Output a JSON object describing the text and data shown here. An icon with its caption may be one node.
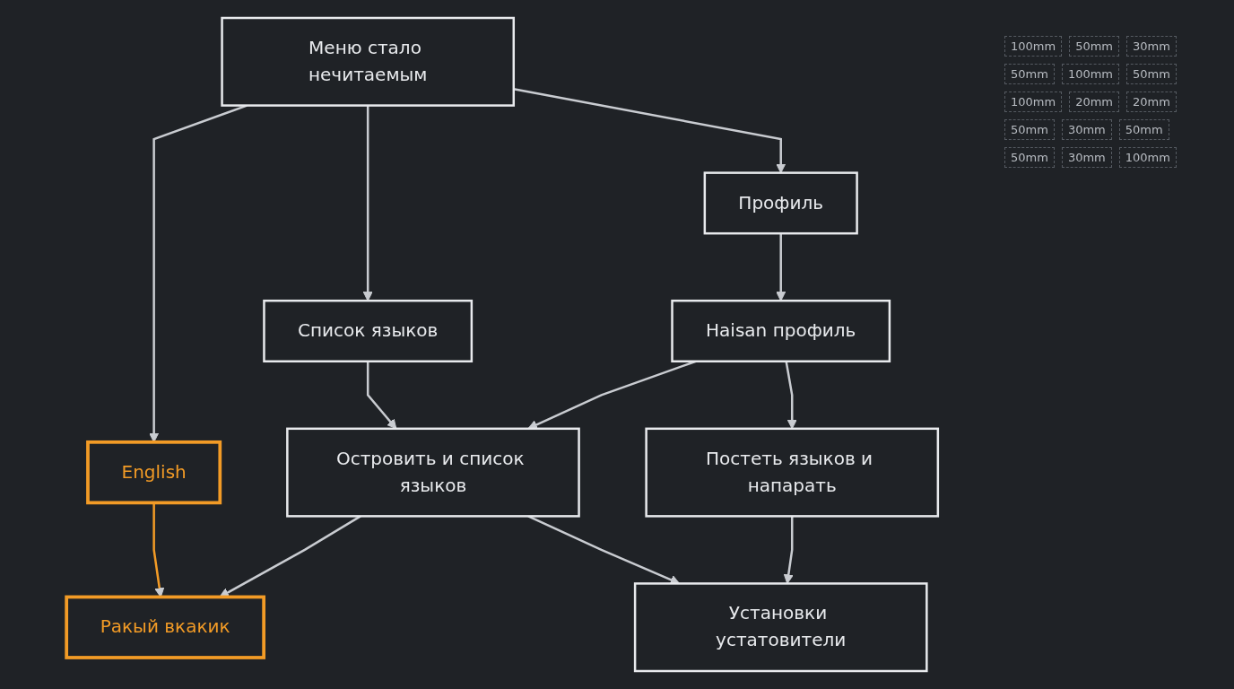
{
  "diagram": {
    "nodes": [
      {
        "text": [
          "Меню стало нечитаемым"
        ]
      },
      {
        "text": [
          "Профиль"
        ]
      },
      {
        "text": [
          "Список языков"
        ]
      },
      {
        "text": [
          "English"
        ]
      },
      {
        "text": [
          "Наisan профиль"
        ]
      },
      {
        "text": [
          "Островить и список языков"
        ]
      },
      {
        "text": [
          "Ракый вкакик"
        ]
      },
      {
        "text": [
          "Постеть языков и напарать"
        ]
      },
      {
        "text": [
          "Установки устатовители"
        ]
      }
    ],
    "edges": [
      {
        "from": 0,
        "to": 1,
        "arrow": "to"
      },
      {
        "from": 0,
        "to": 2,
        "arrow": "to"
      },
      {
        "from": 0,
        "to": 3,
        "arrow": "to"
      },
      {
        "from": 1,
        "to": 4,
        "arrow": "to"
      },
      {
        "from": 2,
        "to": 5,
        "arrow": "to"
      },
      {
        "from": 3,
        "to": 6,
        "arrow": "to",
        "color": "#f29b26"
      },
      {
        "from": 4,
        "to": 5,
        "arrow": "to"
      },
      {
        "from": 5,
        "to": 6,
        "arrow": "to"
      },
      {
        "from": 4,
        "to": 7,
        "arrow": "to"
      },
      {
        "from": 5,
        "to": 8,
        "arrow": "to"
      },
      {
        "from": 7,
        "to": 8,
        "arrow": "to"
      }
    ],
    "labels": [
      "100mm",
      "50mm",
      "30mm",
      "50mm",
      "100mm",
      "50mm",
      "100mm",
      "20mm",
      "20mm",
      "50mm",
      "30mm",
      "50mm",
      "50mm",
      "30mm",
      "100mm"
    ]
  }
}
